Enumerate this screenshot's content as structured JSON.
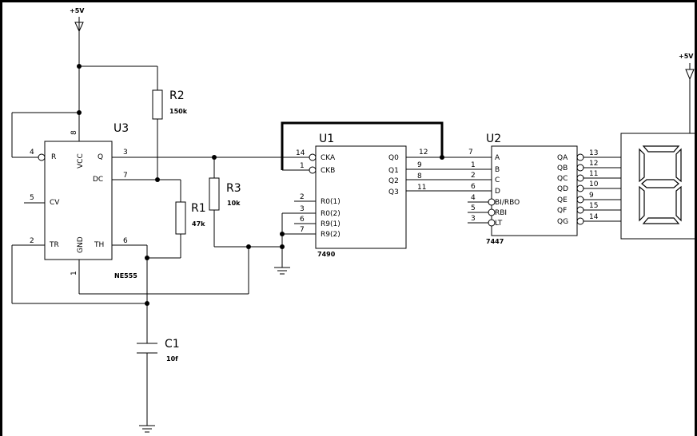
{
  "power_labels": [
    "+5V",
    "+5V"
  ],
  "u3": {
    "ref": "U3",
    "part": "NE555",
    "pins": {
      "R": "R",
      "VCC": "VCC",
      "Q": "Q",
      "DC": "DC",
      "CV": "CV",
      "TR": "TR",
      "GND": "GND",
      "TH": "TH"
    },
    "numbers": {
      "R": "4",
      "VCC": "8",
      "Q": "3",
      "DC": "7",
      "CV": "5",
      "TR": "2",
      "GND": "1",
      "TH": "6"
    }
  },
  "r1": {
    "ref": "R1",
    "value": "47k"
  },
  "r2": {
    "ref": "R2",
    "value": "150k"
  },
  "r3": {
    "ref": "R3",
    "value": "10k"
  },
  "c1": {
    "ref": "C1",
    "value": "10f"
  },
  "u1": {
    "ref": "U1",
    "part": "7490",
    "left_pins": [
      {
        "label": "CKA",
        "num": "14"
      },
      {
        "label": "CKB",
        "num": "1"
      },
      {
        "label": "R0(1)",
        "num": "2"
      },
      {
        "label": "R0(2)",
        "num": "3"
      },
      {
        "label": "R9(1)",
        "num": "6"
      },
      {
        "label": "R9(2)",
        "num": "7"
      }
    ],
    "right_pins": [
      {
        "label": "Q0",
        "num": "12"
      },
      {
        "label": "Q1",
        "num": "9"
      },
      {
        "label": "Q2",
        "num": "8"
      },
      {
        "label": "Q3",
        "num": "11"
      }
    ]
  },
  "u2": {
    "ref": "U2",
    "part": "7447",
    "left_pins": [
      {
        "label": "A",
        "num": "7"
      },
      {
        "label": "B",
        "num": "1"
      },
      {
        "label": "C",
        "num": "2"
      },
      {
        "label": "D",
        "num": "6"
      },
      {
        "label": "BI/RBO",
        "num": "4"
      },
      {
        "label": "RBI",
        "num": "5"
      },
      {
        "label": "LT",
        "num": "3"
      }
    ],
    "right_pins": [
      {
        "label": "QA",
        "num": "13"
      },
      {
        "label": "QB",
        "num": "12"
      },
      {
        "label": "QC",
        "num": "11"
      },
      {
        "label": "QD",
        "num": "10"
      },
      {
        "label": "QE",
        "num": "9"
      },
      {
        "label": "QF",
        "num": "15"
      },
      {
        "label": "QG",
        "num": "14"
      }
    ]
  },
  "display": {
    "digit": "8"
  }
}
